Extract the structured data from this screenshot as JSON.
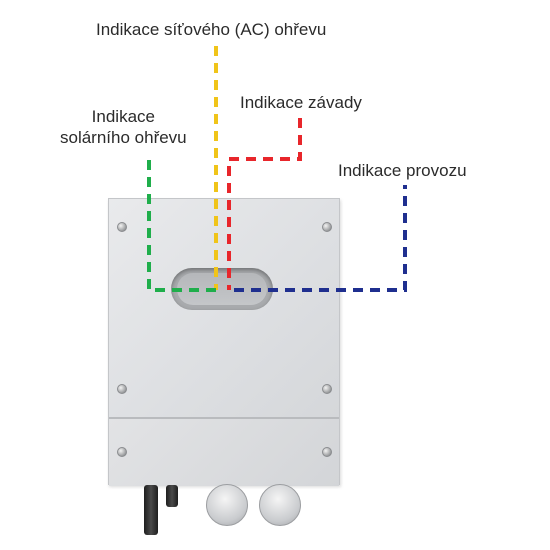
{
  "labels": {
    "ac_heating": "Indikace síťového (AC) ohřevu",
    "fault": "Indikace závady",
    "solar_line1": "Indikace",
    "solar_line2": "solárního ohřevu",
    "operation": "Indikace provozu"
  },
  "colors": {
    "ac_heating": "#f0c419",
    "fault": "#e8262b",
    "solar": "#1fae4b",
    "operation": "#1f2f8f",
    "text": "#2b2b2b"
  }
}
